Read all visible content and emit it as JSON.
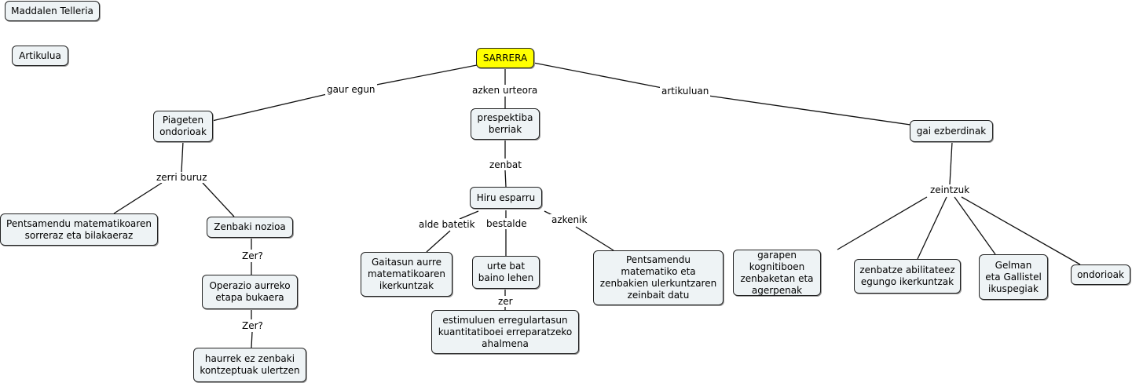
{
  "nodes": {
    "author": "Maddalen Telleria",
    "article": "Artikulua",
    "sarrera": "SARRERA",
    "piageten": "Piageten\nondorioak",
    "prespektiba": "prespektiba\nberriak",
    "gai": "gai ezberdinak",
    "pents_sorreraz": "Pentsamendu matematikoaren\nsorreraz eta bilakaeraz",
    "zenbaki_nozioa": "Zenbaki nozioa",
    "operazio": "Operazio aurreko\netapa bukaera",
    "haurrek": "haurrek ez zenbaki\nkontzeptuak ulertzen",
    "hiru": "Hiru esparru",
    "gaitasun": "Gaitasun aurre\nmatematikoaren\nikerkuntzak",
    "urte_bat": "urte bat\nbaino lehen",
    "estimuluen": "estimuluen erregulartasun\nkuantitatiboei erreparatzeko\nahalmena",
    "pents_datu": "Pentsamendu\nmatematiko eta\nzenbakien ulerkuntzaren\nzeinbait datu",
    "garapen": "garapen kognitiboen\nzenbaketan eta\nagerpenak",
    "zenbatze": "zenbatze abilitateez\negungo ikerkuntzak",
    "gelman": "Gelman\neta Gallistel\nikuspegiak",
    "ondorioak": "ondorioak"
  },
  "links": {
    "gaur_egun": "gaur egun",
    "azken_urteora": "azken urteora",
    "artikuluan": "artikuluan",
    "zerri_buruz": "zerri buruz",
    "zer_1": "Zer?",
    "zer_2": "Zer?",
    "zenbat": "zenbat",
    "alde_batetik": "alde batetik",
    "bestalde": "bestalde",
    "azkenik": "azkenik",
    "zer_3": "zer",
    "zeintzuk": "zeintzuk"
  },
  "colors": {
    "root_fill": "#ffff00",
    "node_fill": "#eef3f5",
    "line": "#111111"
  }
}
